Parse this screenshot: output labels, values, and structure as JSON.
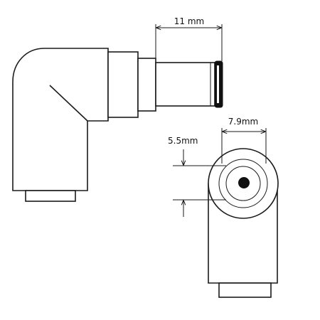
{
  "dimensions": {
    "length": "11 mm",
    "outer_diameter": "7.9mm",
    "inner_diameter": "5.5mm"
  },
  "colors": {
    "stroke": "#1a1a1a",
    "background": "#ffffff",
    "tip": "#111111"
  }
}
